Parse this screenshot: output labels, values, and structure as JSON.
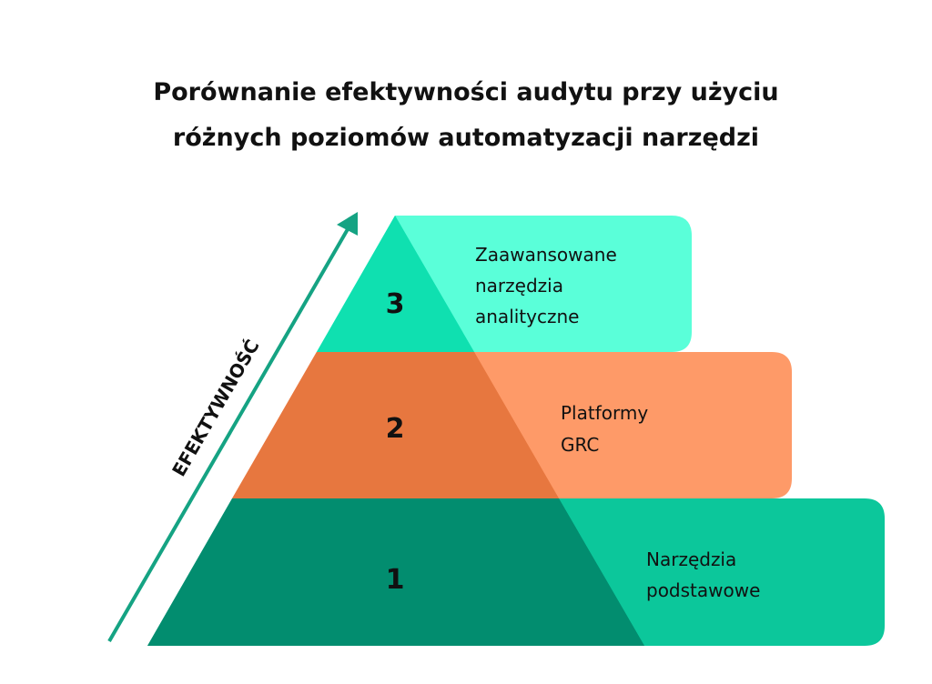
{
  "title": {
    "line1": "Porównanie efektywności audytu przy użyciu",
    "line2": "różnych poziomów automatyzacji narzędzi"
  },
  "axis_label": "EFEKTYWNOŚĆ",
  "tiers": [
    {
      "number": "3",
      "lines": [
        "Zaawansowane",
        "narzędzia",
        "analityczne"
      ],
      "dark_color": "#0fe0b0",
      "light_color": "#5affd9"
    },
    {
      "number": "2",
      "lines": [
        "Platformy",
        "GRC"
      ],
      "dark_color": "#e7773f",
      "light_color": "#fe9a68"
    },
    {
      "number": "1",
      "lines": [
        "Narzędzia",
        "podstawowe"
      ],
      "dark_color": "#028d6f",
      "light_color": "#0cc79b"
    }
  ],
  "arrow_color": "#15a383"
}
